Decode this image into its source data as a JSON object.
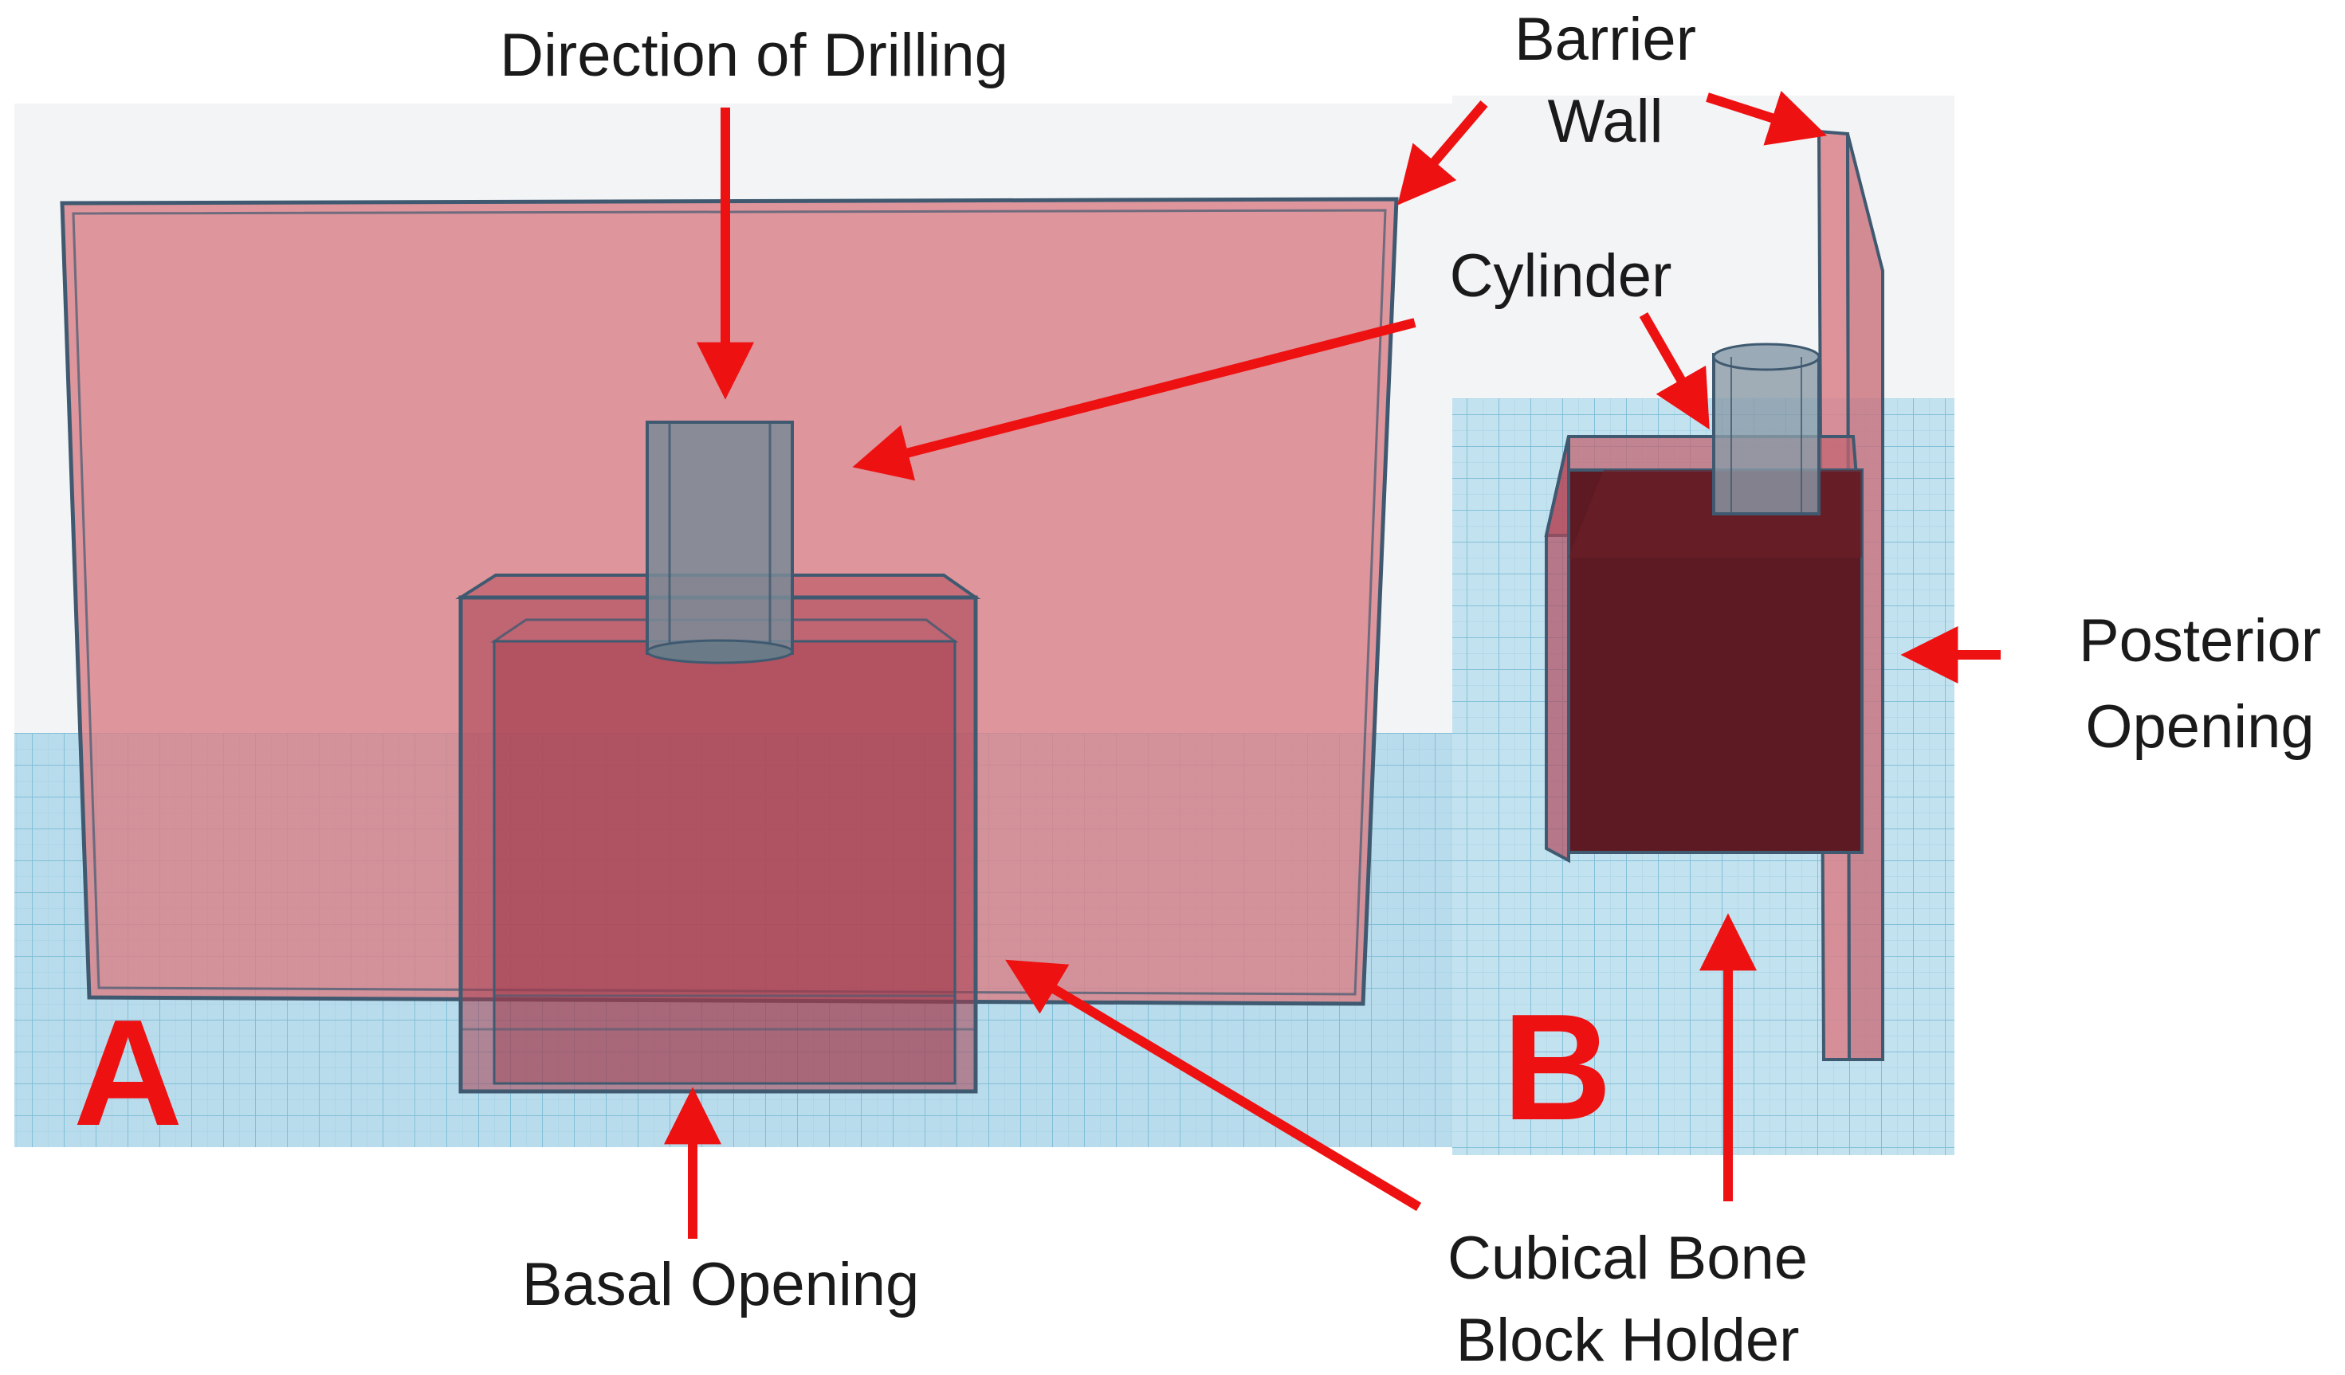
{
  "panels": {
    "a": "A",
    "b": "B"
  },
  "labels": {
    "direction_of_drilling": "Direction of Drilling",
    "barrier_wall_line1": "Barrier",
    "barrier_wall_line2": "Wall",
    "cylinder": "Cylinder",
    "posterior_opening_line1": "Posterior",
    "posterior_opening_line2": "Opening",
    "basal_opening": "Basal Opening",
    "cubical_bone_line1": "Cubical Bone",
    "cubical_bone_line2": "Block Holder"
  },
  "colors": {
    "arrow": "#ee1111",
    "wall_fill": "#d98088",
    "holder_fill": "#a83e50",
    "block_fill": "#5e1a22",
    "cylinder_fill": "#7a8a96",
    "floor": "#a9d4e6",
    "grid_line": "#6fb6d2",
    "edge": "#3f5a70"
  }
}
